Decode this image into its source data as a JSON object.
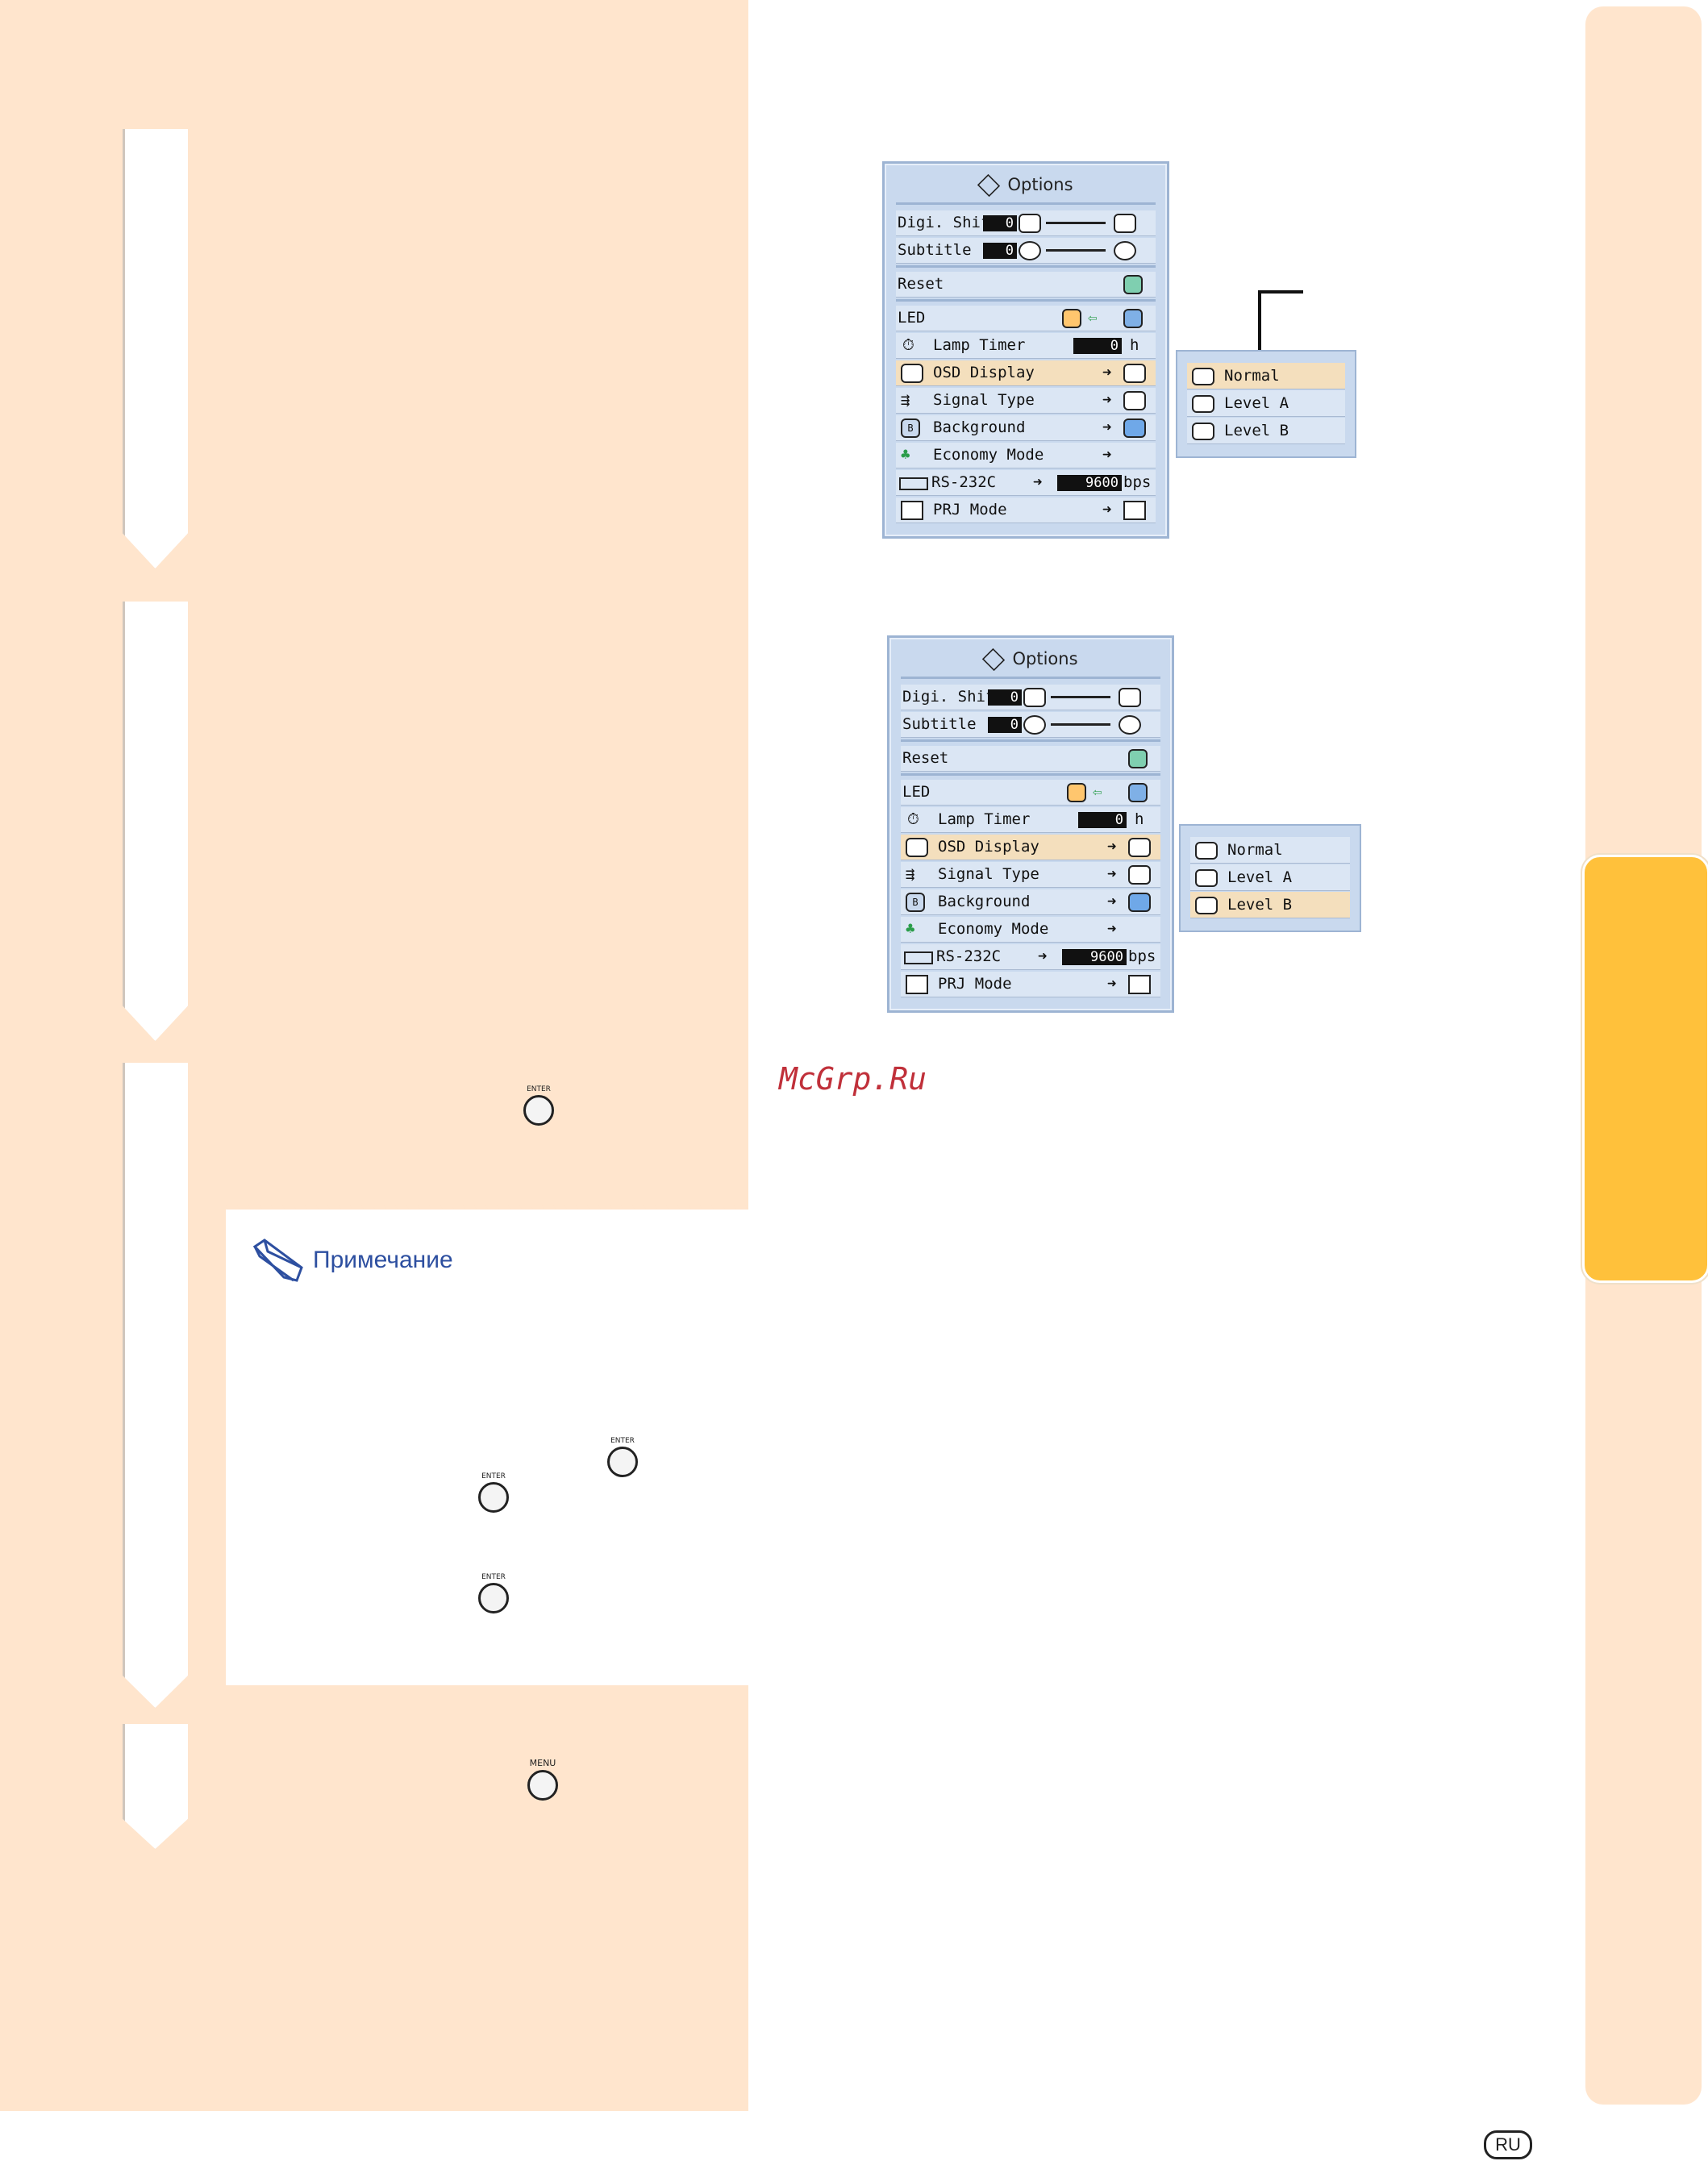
{
  "menu1": {
    "title": "Options",
    "rows": {
      "digi_shift": "Digi. Shift",
      "digi_shift_value": "0",
      "subtitle": "Subtitle",
      "subtitle_value": "0",
      "reset": "Reset",
      "led": "LED",
      "lamp_timer": "Lamp Timer",
      "lamp_timer_value": "0",
      "lamp_timer_unit": "h",
      "osd_display": "OSD Display",
      "signal_type": "Signal Type",
      "background": "Background",
      "economy_mode": "Economy Mode",
      "rs232c": "RS-232C",
      "rs232c_value": "9600",
      "rs232c_unit": "bps",
      "prj_mode": "PRJ Mode"
    },
    "popup": {
      "items": [
        "Normal",
        "Level A",
        "Level B"
      ],
      "selected": "Normal"
    }
  },
  "menu2": {
    "title": "Options",
    "rows": {
      "digi_shift": "Digi. Shift",
      "digi_shift_value": "0",
      "subtitle": "Subtitle",
      "subtitle_value": "0",
      "reset": "Reset",
      "led": "LED",
      "lamp_timer": "Lamp Timer",
      "lamp_timer_value": "0",
      "lamp_timer_unit": "h",
      "osd_display": "OSD Display",
      "signal_type": "Signal Type",
      "background": "Background",
      "economy_mode": "Economy Mode",
      "rs232c": "RS-232C",
      "rs232c_value": "9600",
      "rs232c_unit": "bps",
      "prj_mode": "PRJ Mode"
    },
    "popup": {
      "items": [
        "Normal",
        "Level A",
        "Level B"
      ],
      "selected": "Level B"
    }
  },
  "watermark": "McGrp.Ru",
  "note_title": "Примечание",
  "buttons": {
    "enter": "ENTER",
    "menu": "MENU"
  },
  "language_badge": "RU",
  "colors": {
    "page_peach": "#ffe5cd",
    "side_tab_active": "#ffc13b",
    "menu_blue": "#c9d9ee",
    "highlight": "#f4dfbd",
    "note_blue": "#2d4fa0",
    "watermark_red": "#c0303a"
  }
}
